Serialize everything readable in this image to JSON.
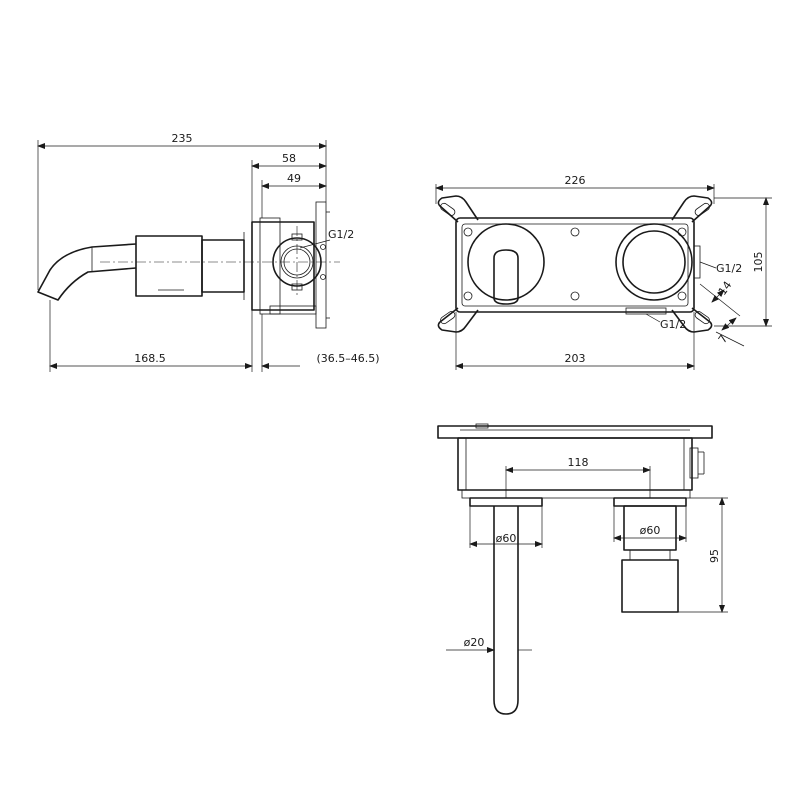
{
  "dimensions": {
    "total_length": "235",
    "depth_58": "58",
    "depth_49": "49",
    "spout_reach": "168.5",
    "wall_range": "(36.5–46.5)",
    "thread_side": "G1/2",
    "box_width": "226",
    "box_height": "105",
    "box_inner_width": "203",
    "thread_front_right": "G1/2",
    "thread_front_bottom": "G1/2",
    "offset_14": "14",
    "offset_7": "7",
    "center_distance": "118",
    "spout_flange_dia": "ø60",
    "handle_flange_dia": "ø60",
    "handle_length": "95",
    "spout_dia": "ø20"
  }
}
